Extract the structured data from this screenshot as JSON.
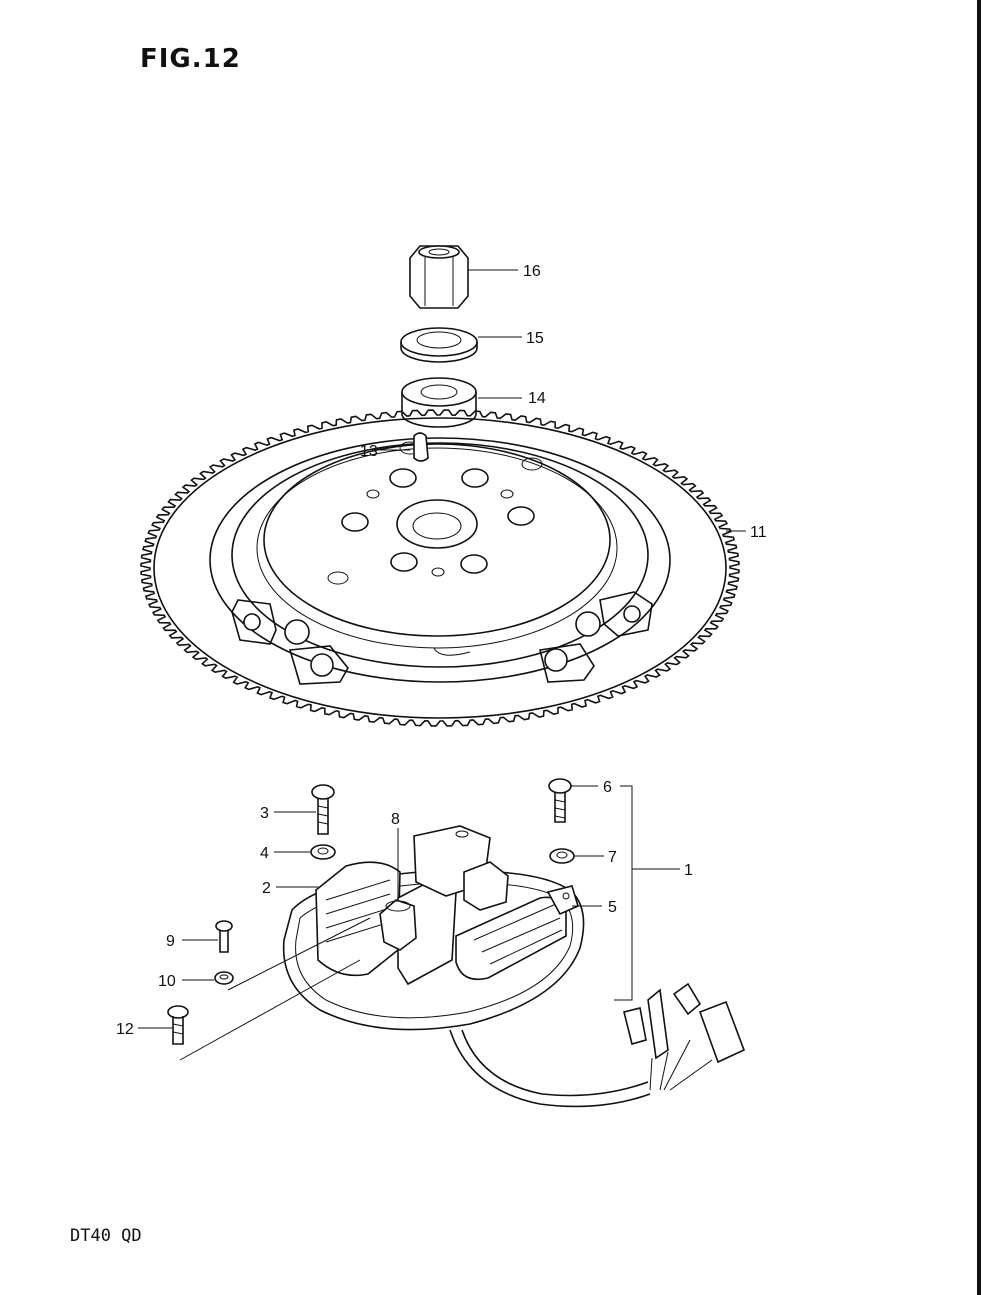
{
  "figure": {
    "title": "FIG.12",
    "model": "DT40 QD"
  },
  "callouts": [
    {
      "id": "c1",
      "number": "1"
    },
    {
      "id": "c2",
      "number": "2"
    },
    {
      "id": "c3",
      "number": "3"
    },
    {
      "id": "c4",
      "number": "4"
    },
    {
      "id": "c5",
      "number": "5"
    },
    {
      "id": "c6",
      "number": "6"
    },
    {
      "id": "c7",
      "number": "7"
    },
    {
      "id": "c8",
      "number": "8"
    },
    {
      "id": "c9",
      "number": "9"
    },
    {
      "id": "c10",
      "number": "10"
    },
    {
      "id": "c11",
      "number": "11"
    },
    {
      "id": "c12",
      "number": "12"
    },
    {
      "id": "c13",
      "number": "13"
    },
    {
      "id": "c14",
      "number": "14"
    },
    {
      "id": "c15",
      "number": "15"
    },
    {
      "id": "c16",
      "number": "16"
    }
  ],
  "colors": {
    "ink": "#111111",
    "paper": "#ffffff"
  }
}
